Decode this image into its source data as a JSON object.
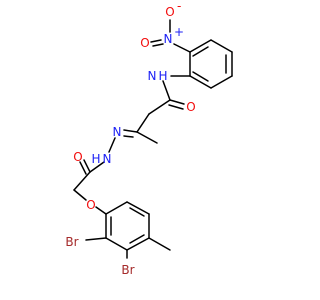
{
  "molecule": {
    "atoms": {
      "no2_o_top": "O",
      "no2_o_top_charge": "-",
      "no2_n": "N",
      "no2_n_charge": "+",
      "no2_o_left": "O",
      "amide_nh_n": "N",
      "amide_nh_h": "H",
      "amide_o": "O",
      "hydrazone_nh_n": "N",
      "hydrazone_nh_h": "H",
      "imine_n": "N",
      "hydrazide_o": "O",
      "ether_o": "O",
      "br_upper": "Br",
      "br_lower": "Br"
    },
    "colors": {
      "carbon": "#000000",
      "nitrogen": "#1E22F5",
      "oxygen": "#F20D0D",
      "bromine": "#A52A2A",
      "background": "#FFFFFF"
    }
  }
}
